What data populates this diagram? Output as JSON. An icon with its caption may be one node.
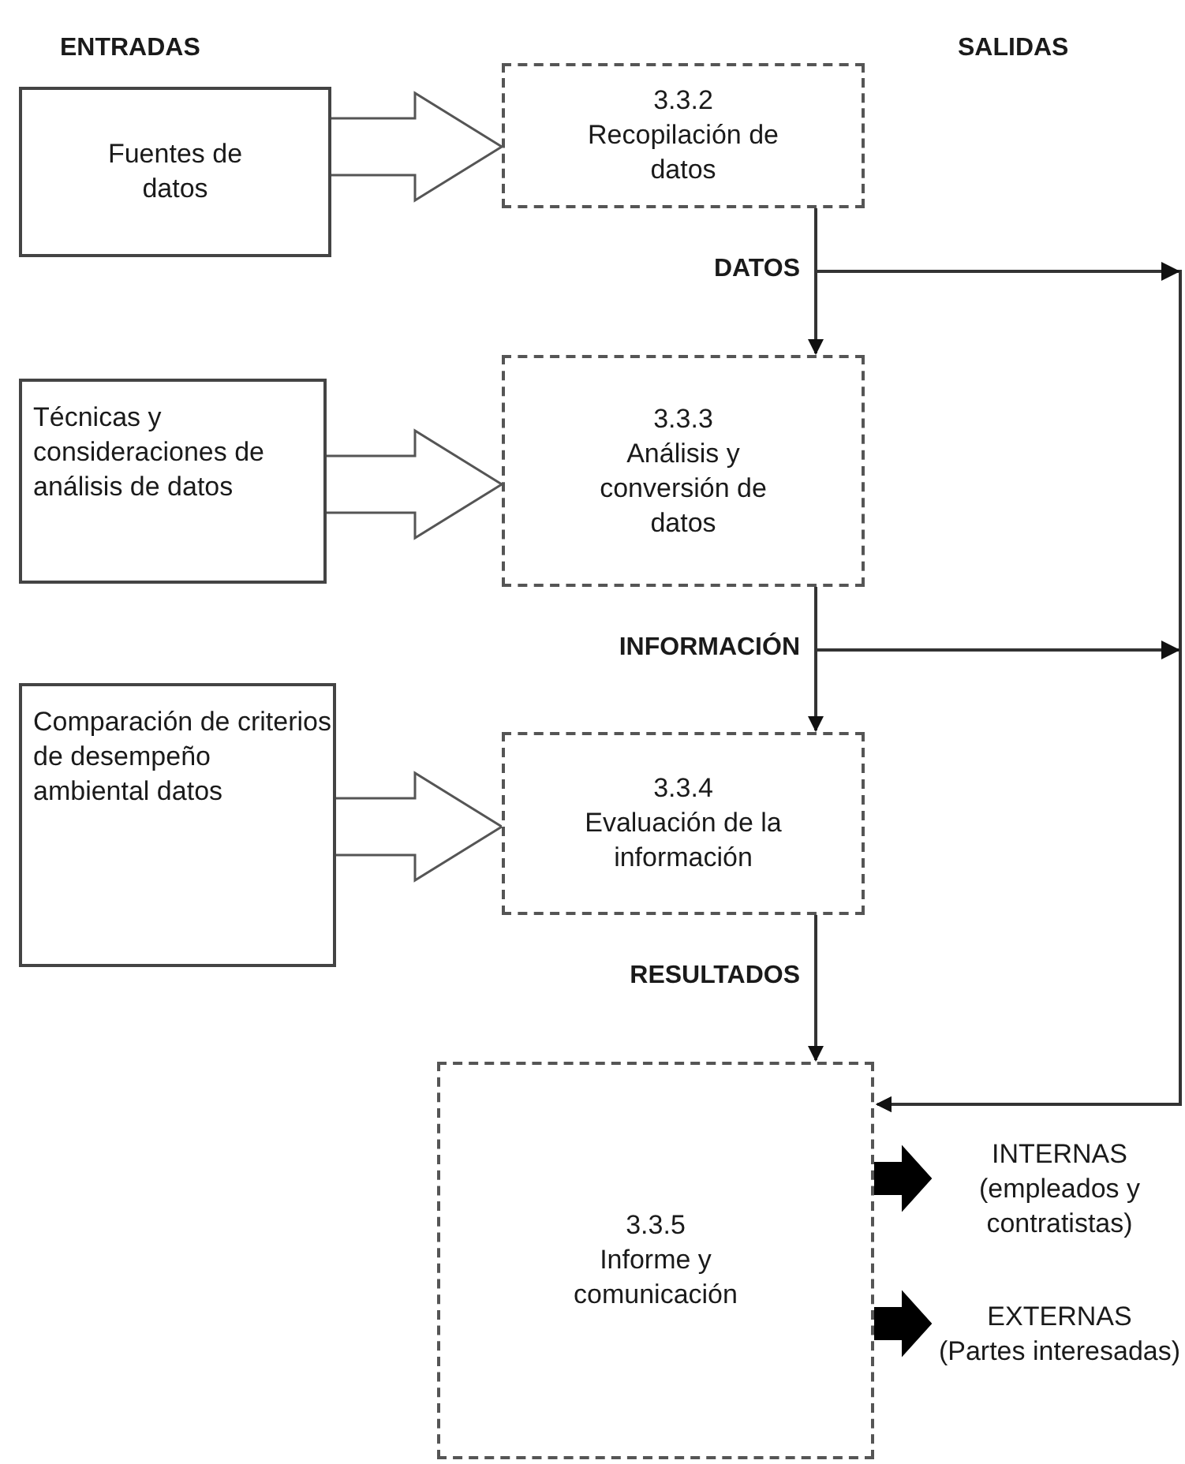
{
  "diagram": {
    "nodes": [
      {
        "text": [
          "Fuentes de datos"
        ]
      },
      {
        "text": [
          "3.3.2",
          "Recopilación de datos"
        ]
      },
      {
        "text": [
          "Técnicas y consideraciones de análisis de datos"
        ]
      },
      {
        "text": [
          "3.3.3",
          "Análisis y conversión de datos"
        ]
      },
      {
        "text": [
          "Comparación de criterios de desempeño ambiental datos"
        ]
      },
      {
        "text": [
          "3.3.4",
          "Evaluación de la información"
        ]
      },
      {
        "text": [
          "3.3.5",
          "Informe y comunicación"
        ]
      },
      {
        "text": [
          "INTERNAS",
          "(empleados y contratistas)"
        ]
      },
      {
        "text": [
          "EXTERNAS",
          "(Partes interesadas)"
        ]
      }
    ],
    "edges": [
      {
        "from": 0,
        "to": 1,
        "arrow": "to",
        "style": "thick"
      },
      {
        "from": 2,
        "to": 3,
        "arrow": "to",
        "style": "thick"
      },
      {
        "from": 4,
        "to": 5,
        "arrow": "to",
        "style": "thick"
      },
      {
        "from": 1,
        "to": 3,
        "arrow": "to",
        "label": "DATOS"
      },
      {
        "from": 3,
        "to": 5,
        "arrow": "to",
        "label": "INFORMACIÓN"
      },
      {
        "from": 5,
        "to": 6,
        "arrow": "to",
        "label": "RESULTADOS"
      },
      {
        "from": 1,
        "to": 6,
        "arrow": "to"
      },
      {
        "from": 3,
        "to": 6,
        "arrow": "to"
      },
      {
        "from": 6,
        "to": 7,
        "arrow": "to",
        "style": "thick",
        "color": "#000000"
      },
      {
        "from": 6,
        "to": 8,
        "arrow": "to",
        "style": "thick",
        "color": "#000000"
      }
    ],
    "labels": [
      "ENTRADAS",
      "SALIDAS"
    ]
  }
}
